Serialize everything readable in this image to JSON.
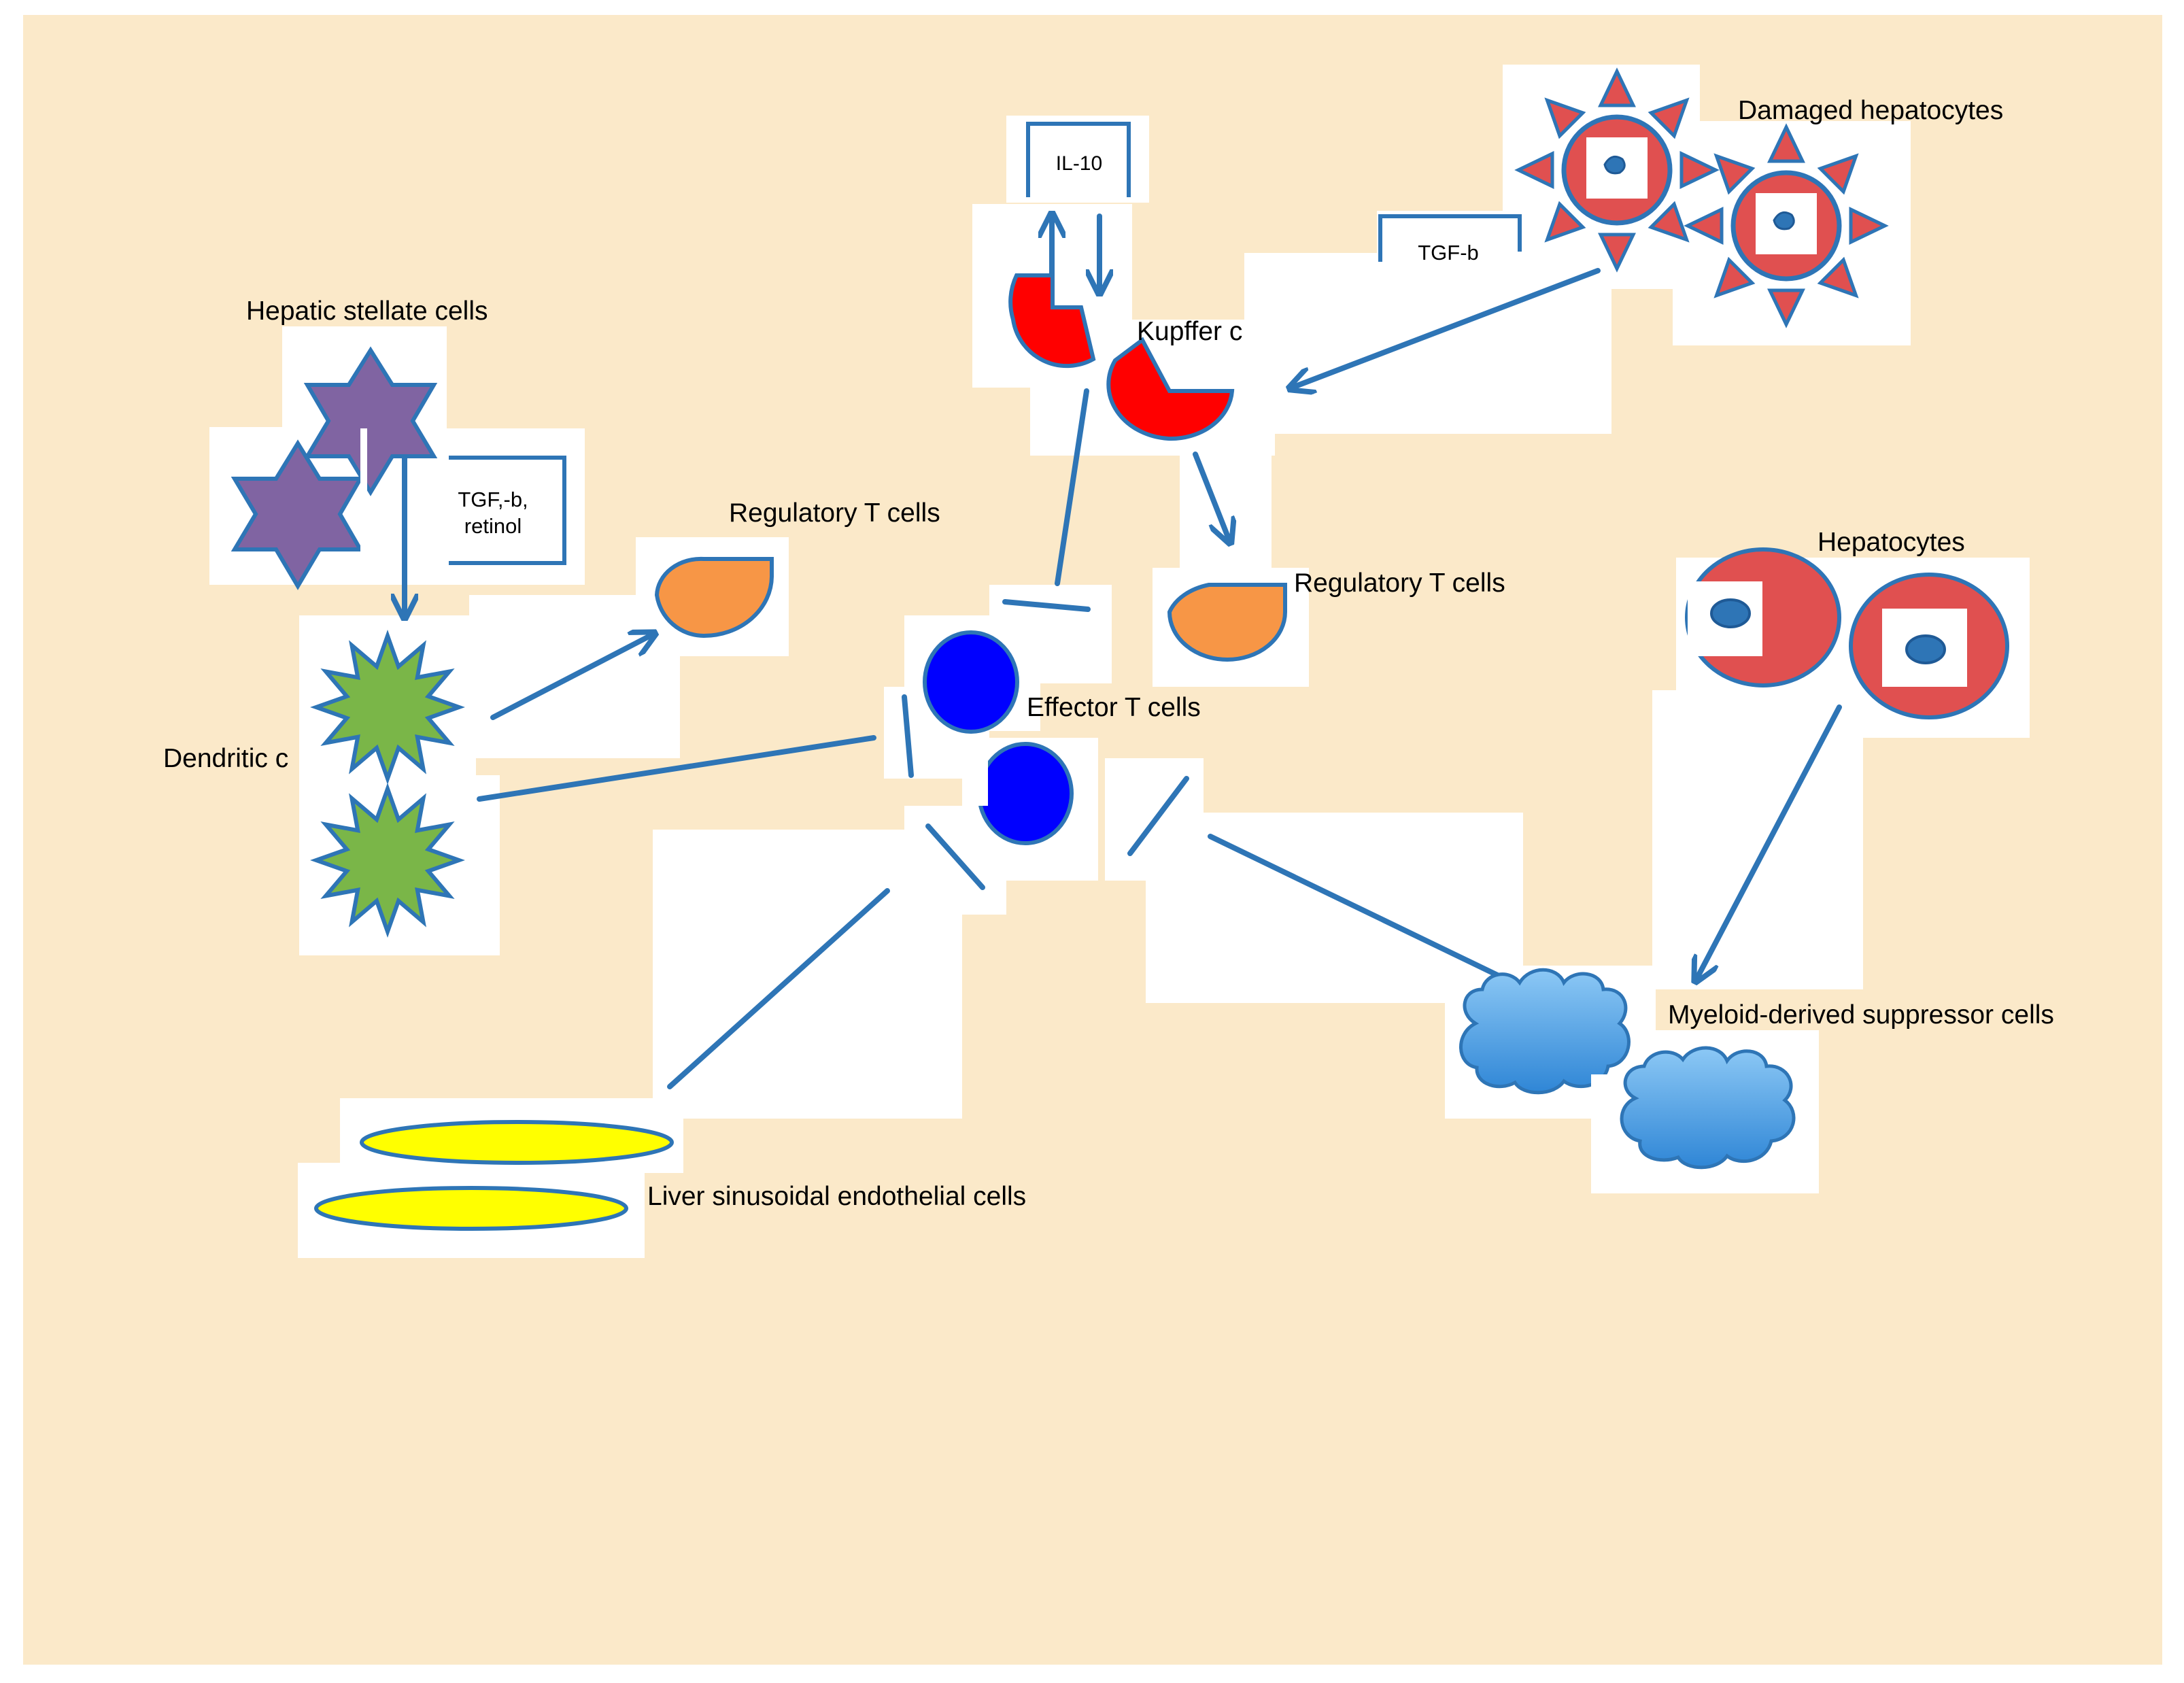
{
  "labels": {
    "hepatic_stellate": "Hepatic stellate cells",
    "tgf_retinol_line1": "TGF,-b,",
    "tgf_retinol_line2": "retinol",
    "regulatory_t_left": "Regulatory T cells",
    "regulatory_t_right": "Regulatory T cells",
    "dendritic": "Dendritic c",
    "il10": "IL-10",
    "kupffer": "Kupffer c",
    "tgf_b_top": "TGF-b",
    "damaged_hepatocytes": "Damaged hepatocytes",
    "effector_t": "Effector T cells",
    "hepatocytes": "Hepatocytes",
    "mdsc": "Myeloid-derived suppressor cells",
    "lsec": "Liver sinusoidal endothelial cells"
  },
  "colors": {
    "background": "#fbe9c9",
    "background_outer": "#ffffff",
    "outline_blue": "#2e75b6",
    "stellate_purple": "#8064a2",
    "dendritic_green": "#7ab648",
    "kupffer_red": "#ff0000",
    "treg_orange": "#f79646",
    "effector_blue": "#0000ff",
    "hepatocyte_red": "#e05050",
    "mdsc_blue": "#4a9fe0",
    "lsec_yellow": "#ffff00",
    "arrow_blue": "#2e75b6"
  }
}
